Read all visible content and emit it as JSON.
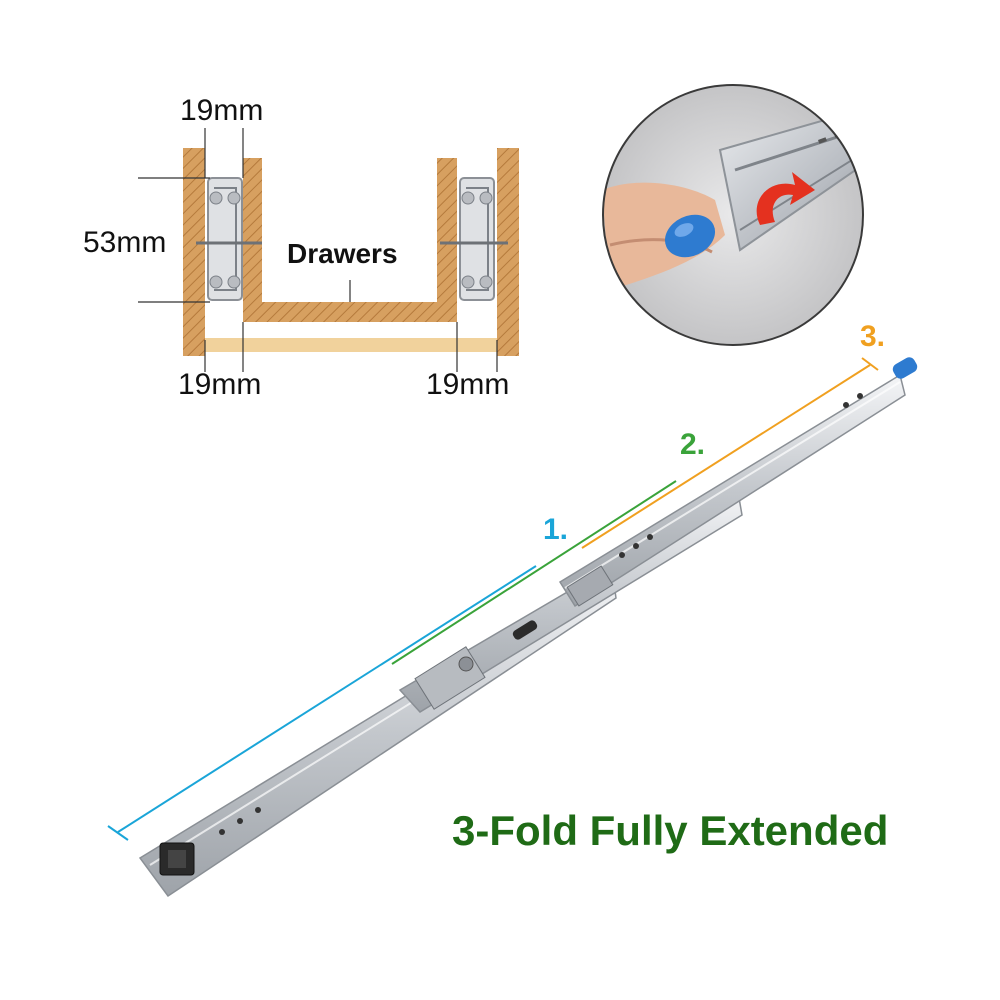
{
  "cross_section": {
    "top_dimension": "19mm",
    "side_dimension": "53mm",
    "drawer_label": "Drawers",
    "bottom_left_dimension": "19mm",
    "bottom_right_dimension": "19mm"
  },
  "segments": [
    {
      "label": "1.",
      "color": "#1aa5d8"
    },
    {
      "label": "2.",
      "color": "#3aa33a"
    },
    {
      "label": "3.",
      "color": "#f0a020"
    }
  ],
  "caption": {
    "text": "3-Fold Fully Extended",
    "color": "#1f6b16"
  },
  "colors": {
    "wood": "#d7a060",
    "wood_light": "#f1d29c",
    "rail_metal": "#c9ccd1",
    "lever": "#2e7bd0",
    "arrow": "#e4311f"
  }
}
